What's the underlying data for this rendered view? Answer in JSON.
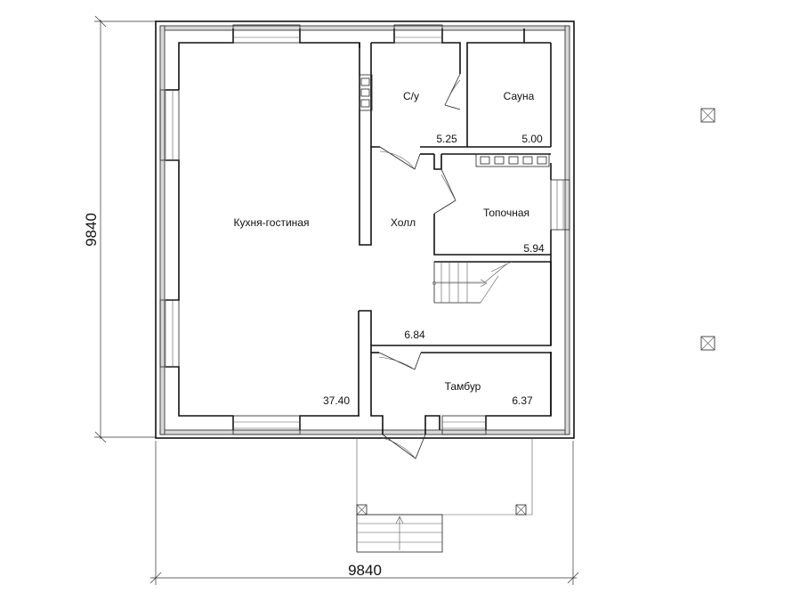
{
  "plan": {
    "dimension_bottom": "9840",
    "dimension_left": "9840"
  },
  "rooms": [
    {
      "id": "kitchen",
      "name": "Кухня-гостиная",
      "area": "37.40"
    },
    {
      "id": "wc",
      "name": "С/у",
      "area": "5.25"
    },
    {
      "id": "sauna",
      "name": "Сауна",
      "area": "5.00"
    },
    {
      "id": "hall",
      "name": "Холл",
      "area": "6.84"
    },
    {
      "id": "furnace",
      "name": "Топочная",
      "area": "5.94"
    },
    {
      "id": "vestibule",
      "name": "Тамбур",
      "area": "6.37"
    }
  ]
}
